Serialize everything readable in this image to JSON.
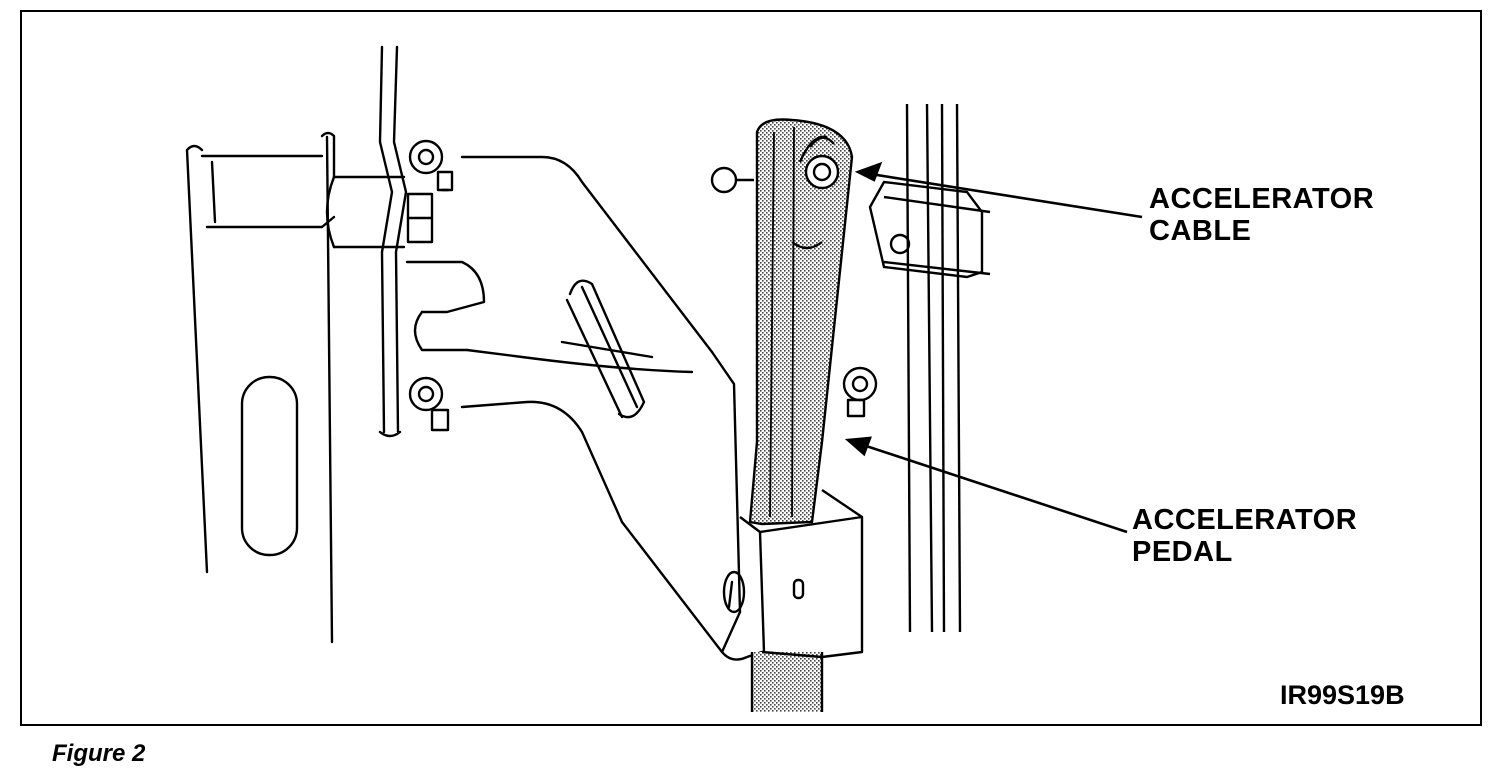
{
  "callouts": {
    "accelerator_cable": [
      "ACCELERATOR",
      "CABLE"
    ],
    "accelerator_pedal": [
      "ACCELERATOR",
      "PEDAL"
    ]
  },
  "figure_id": "IR99S19B",
  "caption": "Figure 2",
  "colors": {
    "line": "#000000",
    "background": "#ffffff",
    "pedal_stipple": "#555555"
  }
}
